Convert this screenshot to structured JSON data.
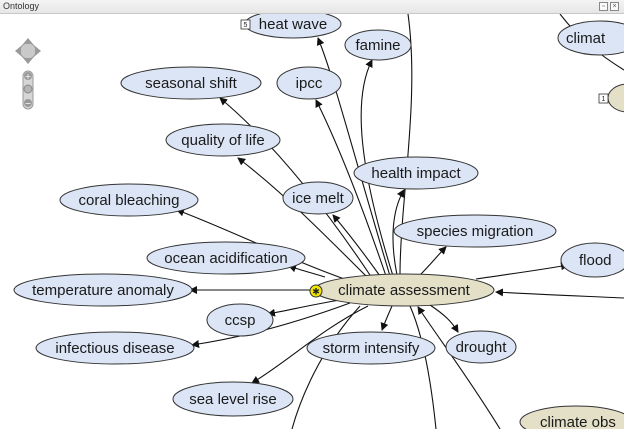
{
  "window": {
    "title": "Ontology",
    "restore_icon": "restore-icon",
    "close_icon": "close-icon"
  },
  "navigation": {
    "pan_icon": "pan-arrows-icon",
    "zoom_in": "+",
    "zoom_out": "−"
  },
  "graph": {
    "center": {
      "id": "climate-assessment",
      "label": "climate assessment",
      "marker": "star-icon"
    },
    "nodes": [
      {
        "id": "heat-wave",
        "label": "heat wave",
        "badge": "5"
      },
      {
        "id": "famine",
        "label": "famine"
      },
      {
        "id": "climate-partial",
        "label": "climat"
      },
      {
        "id": "ipcc",
        "label": "ipcc"
      },
      {
        "id": "seasonal-shift",
        "label": "seasonal shift"
      },
      {
        "id": "quality-of-life",
        "label": "quality of life"
      },
      {
        "id": "health-impact",
        "label": "health impact"
      },
      {
        "id": "ice-melt",
        "label": "ice melt"
      },
      {
        "id": "coral-bleaching",
        "label": "coral bleaching"
      },
      {
        "id": "species-migration",
        "label": "species migration"
      },
      {
        "id": "ocean-acidification",
        "label": "ocean acidification"
      },
      {
        "id": "flood",
        "label": "flood"
      },
      {
        "id": "temperature-anomaly",
        "label": "temperature anomaly"
      },
      {
        "id": "ccsp",
        "label": "ccsp"
      },
      {
        "id": "infectious-disease",
        "label": "infectious disease"
      },
      {
        "id": "storm-intensify",
        "label": "storm intensify"
      },
      {
        "id": "drought",
        "label": "drought"
      },
      {
        "id": "sea-level-rise",
        "label": "sea level rise"
      },
      {
        "id": "climate-obs",
        "label": "climate obs"
      },
      {
        "id": "right-partial",
        "label": "",
        "badge": "1"
      }
    ],
    "colors": {
      "node_fill": "#dbe5f5",
      "center_fill": "#e4e0c8",
      "stroke": "#333333",
      "edge": "#111111",
      "marker": "#f2e600"
    }
  }
}
